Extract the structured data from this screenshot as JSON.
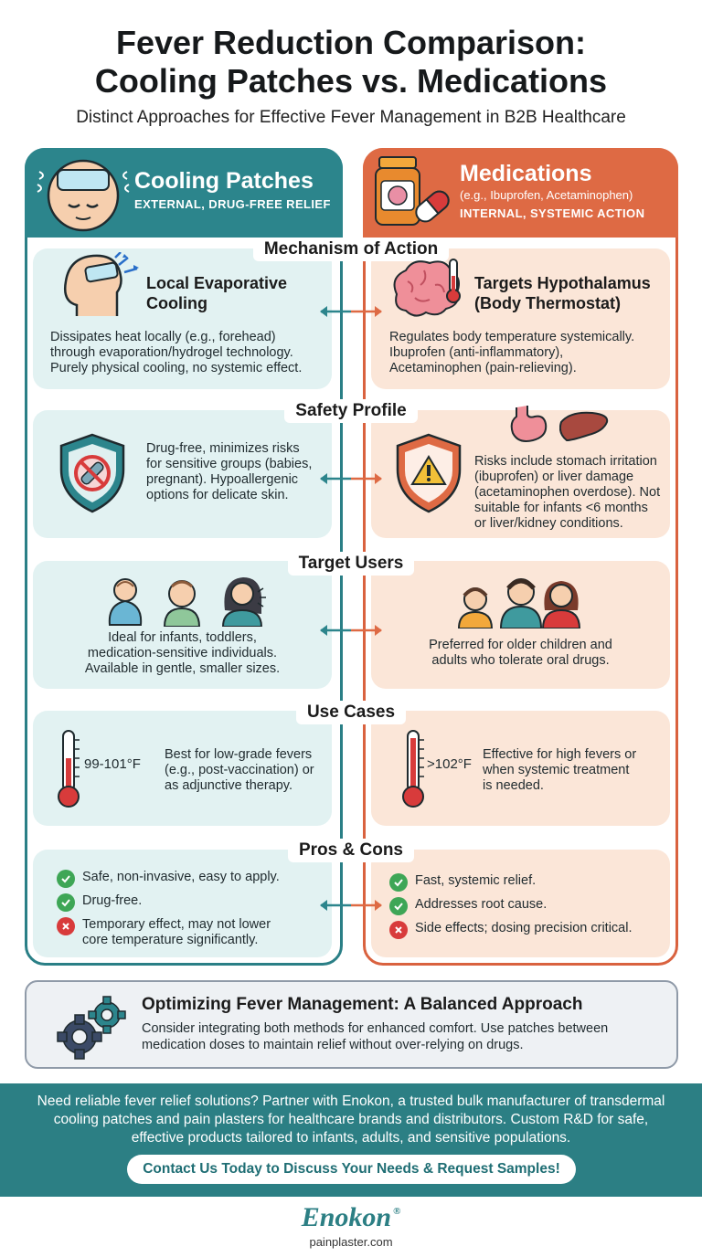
{
  "header": {
    "title_line1": "Fever Reduction Comparison:",
    "title_line2": "Cooling Patches vs. Medications",
    "subtitle": "Distinct Approaches for Effective Fever Management in B2B Healthcare"
  },
  "left": {
    "title": "Cooling Patches",
    "tagline": "EXTERNAL, DRUG-FREE RELIEF",
    "color": "#2c858c"
  },
  "right": {
    "title": "Medications",
    "examples": "(e.g., Ibuprofen, Acetaminophen)",
    "tagline": "INTERNAL, SYSTEMIC ACTION",
    "color": "#de6a44"
  },
  "sections": {
    "mechanism": {
      "label": "Mechanism of Action",
      "left_title_1": "Local Evaporative",
      "left_title_2": "Cooling",
      "left_text": [
        "Dissipates heat locally (e.g., forehead)",
        "through evaporation/hydrogel technology.",
        "Purely physical cooling, no systemic effect."
      ],
      "right_title_1": "Targets Hypothalamus",
      "right_title_2": "(Body Thermostat)",
      "right_text": [
        "Regulates body temperature systemically.",
        "Ibuprofen (anti-inflammatory),",
        "Acetaminophen (pain-relieving)."
      ]
    },
    "safety": {
      "label": "Safety Profile",
      "left_text": [
        "Drug-free, minimizes risks",
        "for sensitive groups (babies,",
        "pregnant). Hypoallergenic",
        "options for delicate skin."
      ],
      "right_text": [
        "Risks include stomach irritation",
        "(ibuprofen) or liver damage",
        "(acetaminophen overdose). Not",
        "suitable for infants <6 months",
        "or liver/kidney conditions."
      ]
    },
    "users": {
      "label": "Target Users",
      "left_text": [
        "Ideal for infants, toddlers,",
        "medication-sensitive individuals.",
        "Available in gentle, smaller sizes."
      ],
      "right_text": [
        "Preferred for older children and",
        "adults who tolerate oral drugs."
      ]
    },
    "usecases": {
      "label": "Use Cases",
      "left_temp": "99-101°F",
      "left_text": [
        "Best for low-grade fevers",
        "(e.g., post-vaccination) or",
        "as adjunctive therapy."
      ],
      "right_temp": ">102°F",
      "right_text": [
        "Effective for high fevers or",
        "when systemic treatment",
        "is needed."
      ]
    },
    "proscons": {
      "label": "Pros & Cons",
      "left": [
        {
          "type": "pro",
          "lines": [
            "Safe, non-invasive, easy to apply."
          ]
        },
        {
          "type": "pro",
          "lines": [
            "Drug-free."
          ]
        },
        {
          "type": "con",
          "lines": [
            "Temporary effect, may not lower",
            "core temperature significantly."
          ]
        }
      ],
      "right": [
        {
          "type": "pro",
          "lines": [
            "Fast, systemic relief."
          ]
        },
        {
          "type": "pro",
          "lines": [
            "Addresses root cause."
          ]
        },
        {
          "type": "con",
          "lines": [
            "Side effects; dosing precision critical."
          ]
        }
      ]
    }
  },
  "balance": {
    "title": "Optimizing Fever Management: A Balanced Approach",
    "text": "Consider integrating both methods for enhanced comfort. Use patches between medication doses to maintain relief without over-relying on drugs."
  },
  "banner": {
    "text": "Need reliable fever relief solutions? Partner with Enokon, a trusted bulk manufacturer of transdermal cooling patches and pain plasters for healthcare brands and distributors. Custom R&D for safe, effective products tailored to infants, adults, and sensitive populations.",
    "cta": "Contact Us Today to Discuss Your Needs & Request Samples!"
  },
  "brand": {
    "name": "Enokon",
    "mark": "®",
    "site": "painplaster.com"
  }
}
